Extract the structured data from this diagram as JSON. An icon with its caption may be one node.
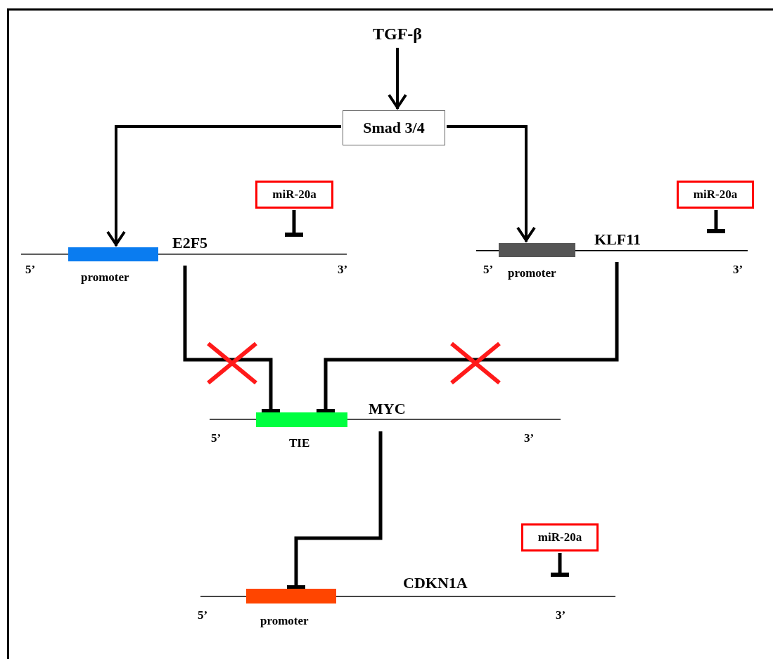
{
  "diagram": {
    "nodes": [
      {
        "text": [
          "TGF-β"
        ]
      },
      {
        "text": [
          "Smad 3/4"
        ]
      },
      {
        "text": [
          "miR-20a"
        ]
      },
      {
        "text": [
          "miR-20a"
        ]
      },
      {
        "text": [
          "E2F5"
        ]
      },
      {
        "text": [],
        "shape": "bar",
        "in": 4
      },
      {
        "text": [
          "KLF11"
        ]
      },
      {
        "text": [],
        "shape": "bar",
        "in": 6
      },
      {
        "text": [
          "MYC"
        ]
      },
      {
        "text": [],
        "shape": "bar",
        "in": 8
      },
      {
        "text": [
          "miR-20a"
        ]
      },
      {
        "text": [
          "CDKN1A"
        ]
      },
      {
        "text": [],
        "shape": "bar",
        "in": 11
      }
    ],
    "edges": [
      {
        "from": 0,
        "to": 1,
        "arrow": "to"
      },
      {
        "from": 1,
        "to": 5,
        "arrow": "to"
      },
      {
        "from": 1,
        "to": 7,
        "arrow": "to"
      },
      {
        "from": 2,
        "to": 4,
        "arrow": "other"
      },
      {
        "from": 3,
        "to": 6,
        "arrow": "other"
      },
      {
        "from": 4,
        "to": 9,
        "arrow": "other"
      },
      {
        "from": 6,
        "to": 9,
        "arrow": "other"
      },
      {
        "from": 8,
        "to": 12,
        "arrow": "other"
      },
      {
        "from": 10,
        "to": 11,
        "arrow": "other"
      }
    ],
    "labels": [
      "5’",
      "promoter",
      "3’",
      "5’",
      "promoter",
      "3’",
      "5’",
      "TIE",
      "3’",
      "5’",
      "promoter",
      "3’"
    ]
  }
}
